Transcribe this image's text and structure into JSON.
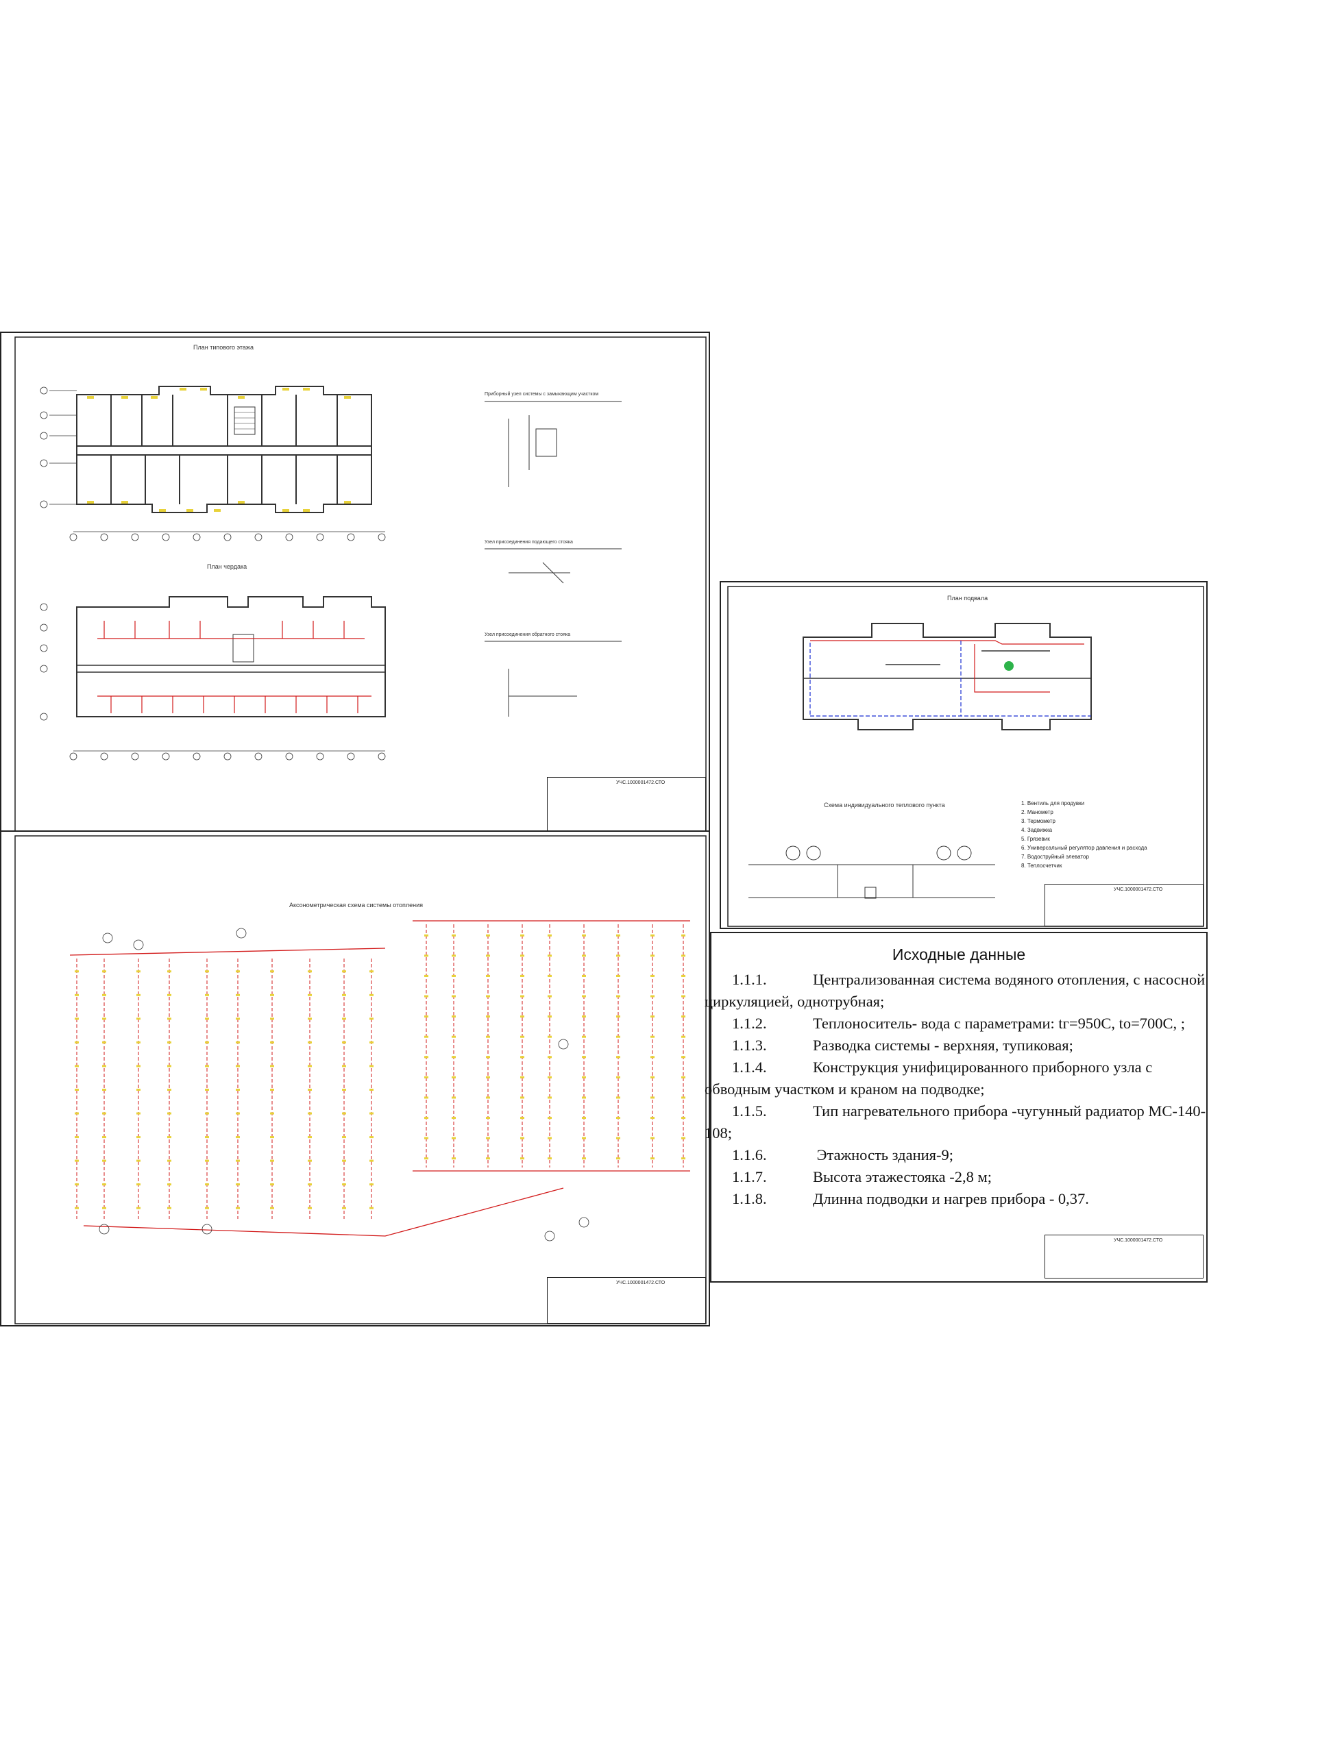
{
  "sheet1": {
    "typical_floor_plan_title": "План типового этажа",
    "attic_plan_title": "План чердака",
    "node_titles": [
      "Приборный узел системы с замыкающим участком",
      "Узел присоединения подающего стояка",
      "Узел присоединения обратного стояка"
    ],
    "stamp_code": "УЧС.1000001472.СТО"
  },
  "sheet2": {
    "axonometric_title": "Аксонометрическая схема системы отопления",
    "stamp_code": "УЧС.1000001472.СТО"
  },
  "sheet3": {
    "basement_plan_title": "План подвала",
    "heat_point_title": "Схема индивидуального теплового пункта",
    "legend": [
      "1. Вентиль для продувки",
      "2. Манометр",
      "3. Термометр",
      "4. Задвижка",
      "5. Грязевик",
      "6. Универсальный регулятор давления и расхода",
      "7. Водоструйный элеватор",
      "8. Теплосчетчик"
    ],
    "stamp_code": "УЧС.1000001472.СТО"
  },
  "sheet4": {
    "heading": "Исходные данные",
    "items": [
      {
        "num": "1.1.1.",
        "text": "Централизованная система водяного отопления, с насосной циркуляцией, однотрубная;"
      },
      {
        "num": "1.1.2.",
        "text": "Теплоноситель- вода с параметрами: tг=950С, tо=700С, ;"
      },
      {
        "num": "1.1.3.",
        "text": "Разводка системы - верхняя, тупиковая;"
      },
      {
        "num": "1.1.4.",
        "text": "Конструкция унифицированного приборного узла с обводным участком и краном на подводке;"
      },
      {
        "num": "1.1.5.",
        "text": "Тип нагревательного прибора -чугунный радиатор МС-140-108;"
      },
      {
        "num": "1.1.6.",
        "text": " Этажность здания-9;"
      },
      {
        "num": "1.1.7.",
        "text": "Высота этажестояка -2,8 м;"
      },
      {
        "num": "1.1.8.",
        "text": "Длинна подводки и нагрев прибора - 0,37."
      }
    ],
    "stamp_code": "УЧС.1000001472.СТО"
  },
  "colors": {
    "frame": "#222222",
    "supply_pipe": "#d21a1a",
    "return_pipe": "#1a2fd2",
    "radiator": "#e8d23a",
    "wall": "#333333"
  }
}
